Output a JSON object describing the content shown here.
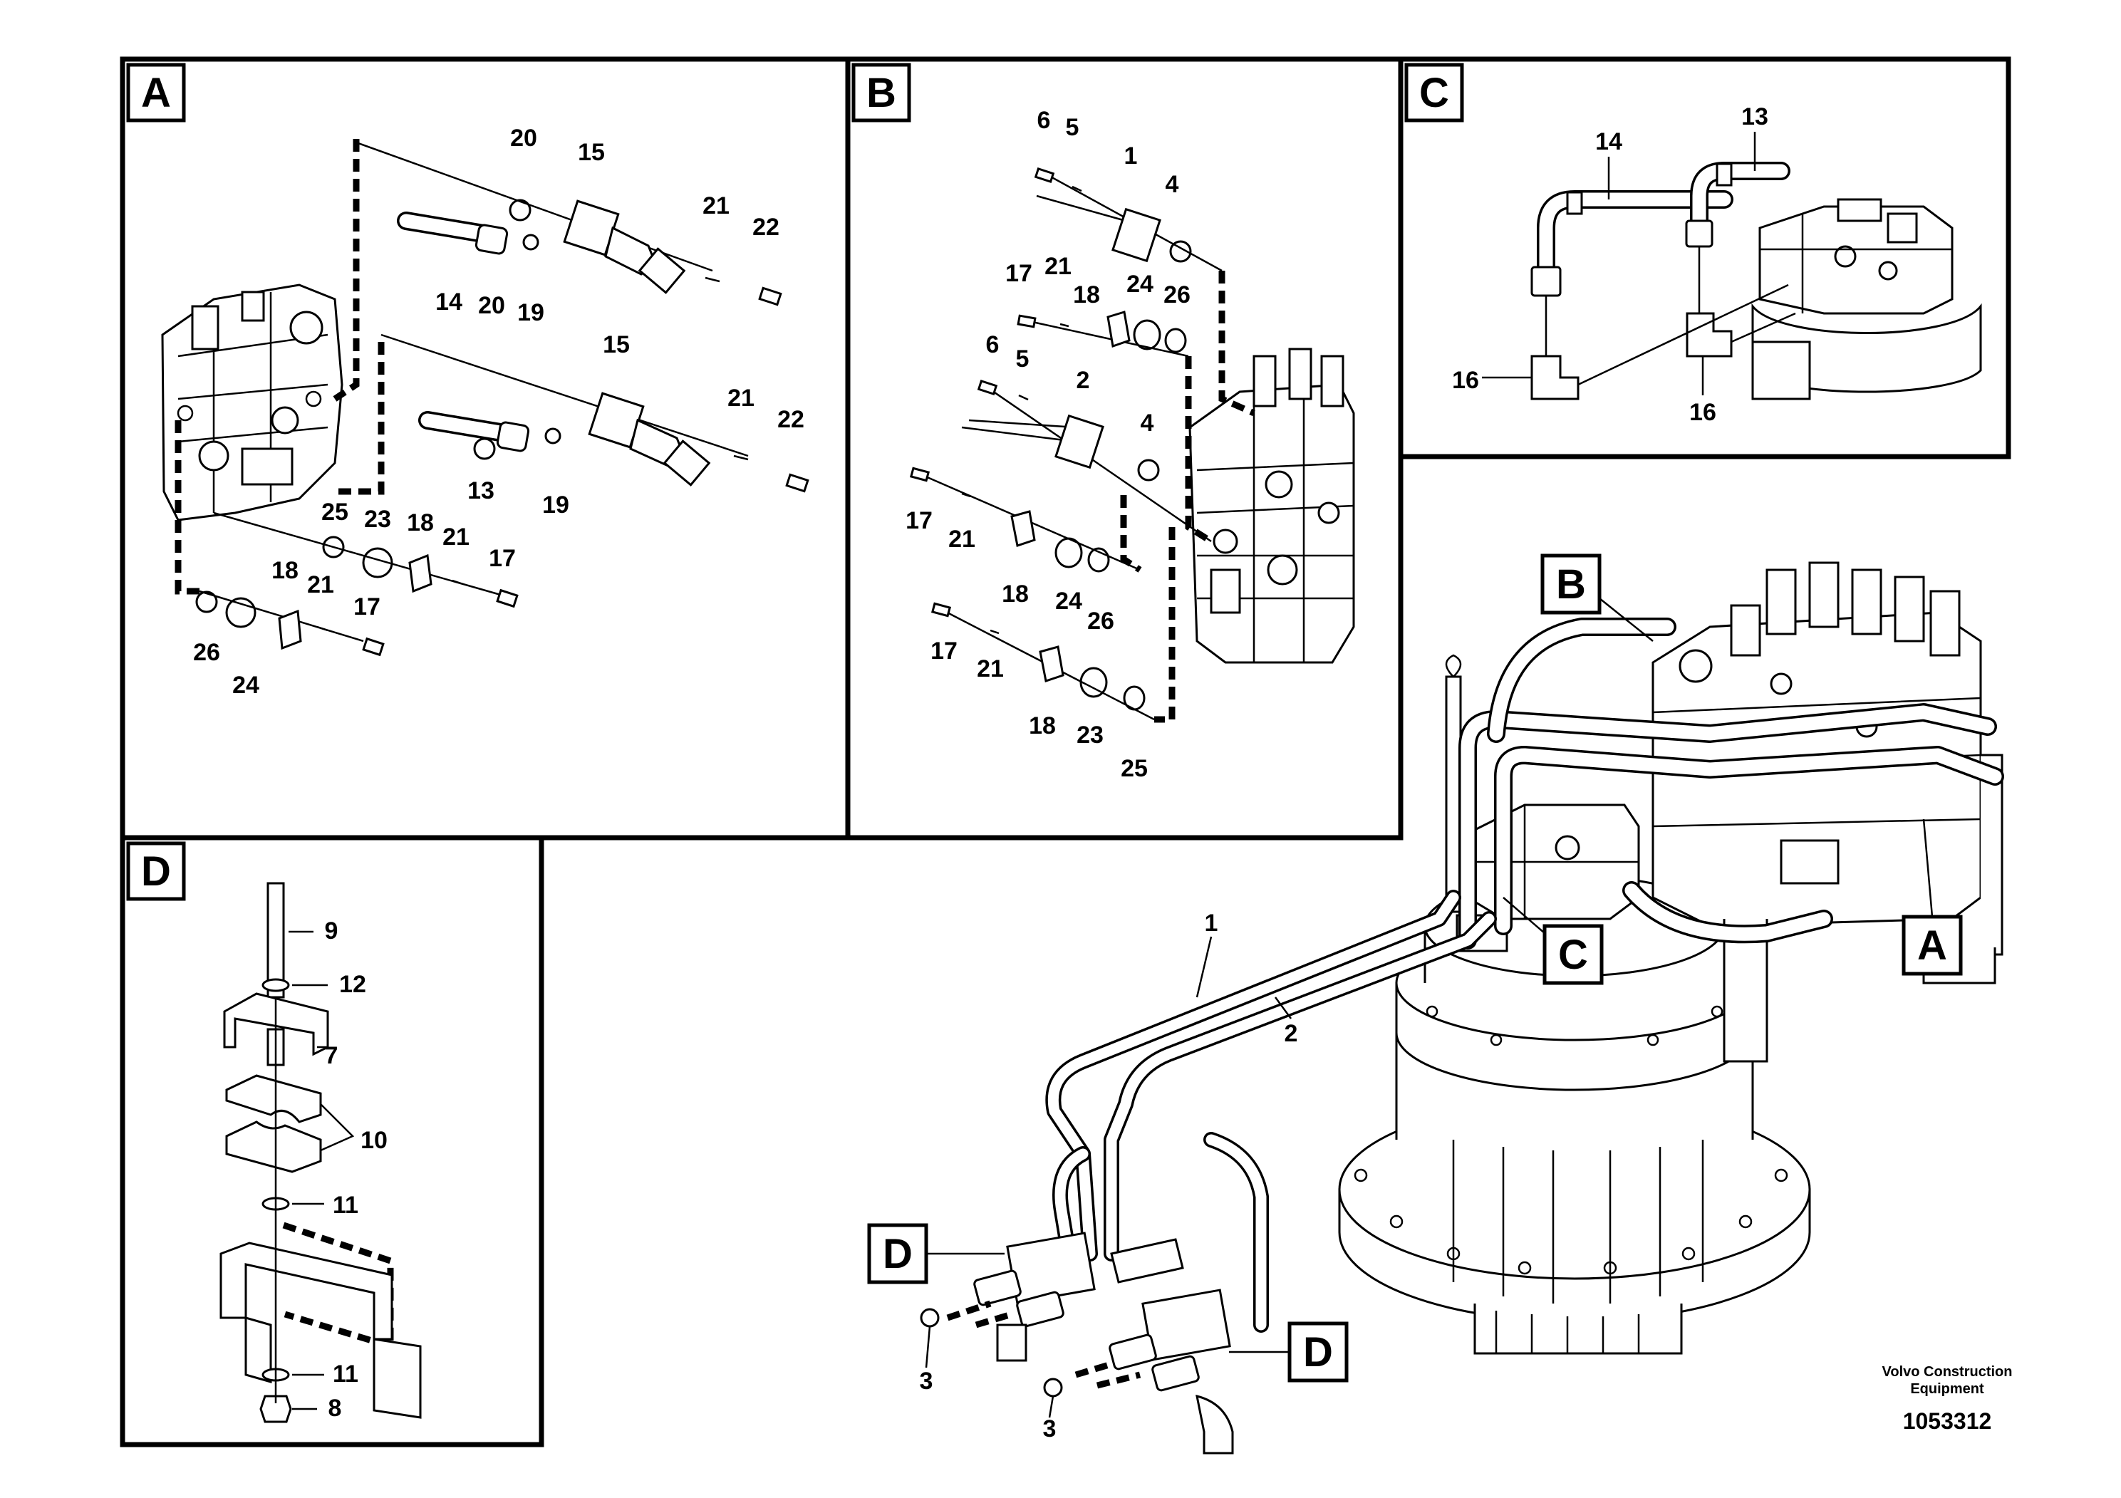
{
  "panels": {
    "A": {
      "tag": "A",
      "callouts": [
        "20",
        "15",
        "21",
        "22",
        "14",
        "20",
        "19",
        "15",
        "21",
        "22",
        "13",
        "19",
        "25",
        "23",
        "18",
        "21",
        "17",
        "18",
        "21",
        "26",
        "24",
        "17"
      ]
    },
    "B": {
      "tag": "B",
      "callouts": [
        "6",
        "5",
        "1",
        "4",
        "17",
        "21",
        "18",
        "24",
        "26",
        "6",
        "5",
        "2",
        "4",
        "17",
        "21",
        "18",
        "24",
        "26",
        "17",
        "21",
        "18",
        "23",
        "25"
      ]
    },
    "C": {
      "tag": "C",
      "callouts": [
        "14",
        "13",
        "16",
        "16"
      ]
    },
    "D": {
      "tag": "D",
      "callouts": [
        "9",
        "12",
        "7",
        "10",
        "11",
        "11",
        "8"
      ]
    }
  },
  "main_view": {
    "callouts": [
      "1",
      "2",
      "3",
      "3"
    ],
    "tags": [
      "B",
      "C",
      "A",
      "D",
      "D"
    ]
  },
  "credit": {
    "line1": "Volvo Construction",
    "line2": "Equipment",
    "doc_number": "1053312"
  }
}
